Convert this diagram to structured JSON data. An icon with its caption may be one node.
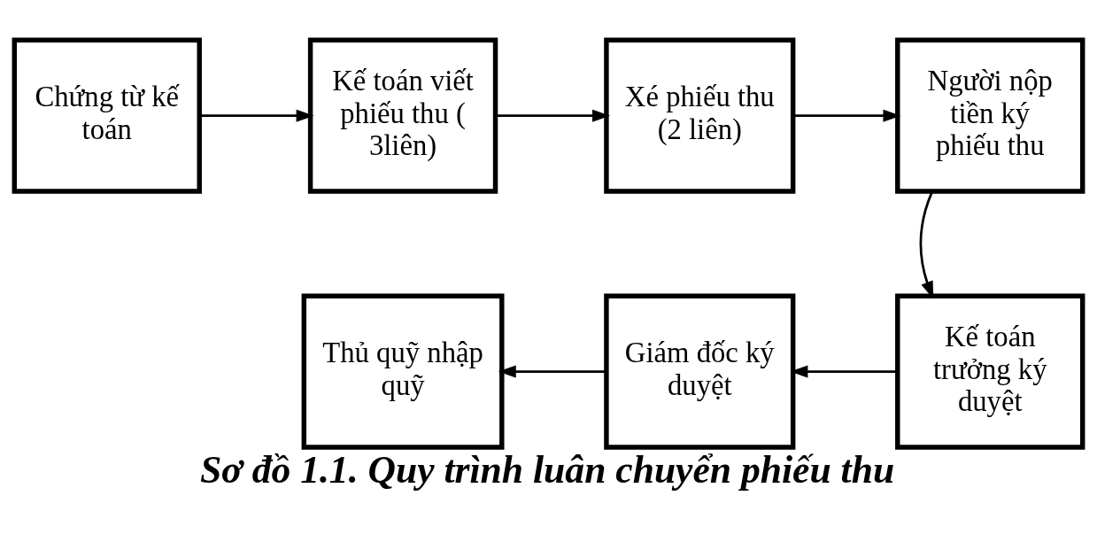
{
  "diagram": {
    "caption": "Sơ đồ 1.1. Quy trình luân chuyển phiếu thu",
    "nodes": [
      {
        "text": [
          "Chứng từ kế toán"
        ]
      },
      {
        "text": [
          "Kế toán viết phiếu thu ( 3liên)"
        ]
      },
      {
        "text": [
          "Xé phiếu thu (2 liên)"
        ]
      },
      {
        "text": [
          "Người nộp tiền ký phiếu thu"
        ]
      },
      {
        "text": [
          "Kế toán trưởng ký duyệt"
        ]
      },
      {
        "text": [
          "Giám đốc ký duyệt"
        ]
      },
      {
        "text": [
          "Thủ quỹ nhập quỹ"
        ]
      }
    ],
    "edges": [
      {
        "from": 0,
        "to": 1,
        "arrow": "to"
      },
      {
        "from": 1,
        "to": 2,
        "arrow": "to"
      },
      {
        "from": 2,
        "to": 3,
        "arrow": "to"
      },
      {
        "from": 3,
        "to": 4,
        "arrow": "to"
      },
      {
        "from": 4,
        "to": 5,
        "arrow": "to"
      },
      {
        "from": 5,
        "to": 6,
        "arrow": "to"
      }
    ]
  }
}
